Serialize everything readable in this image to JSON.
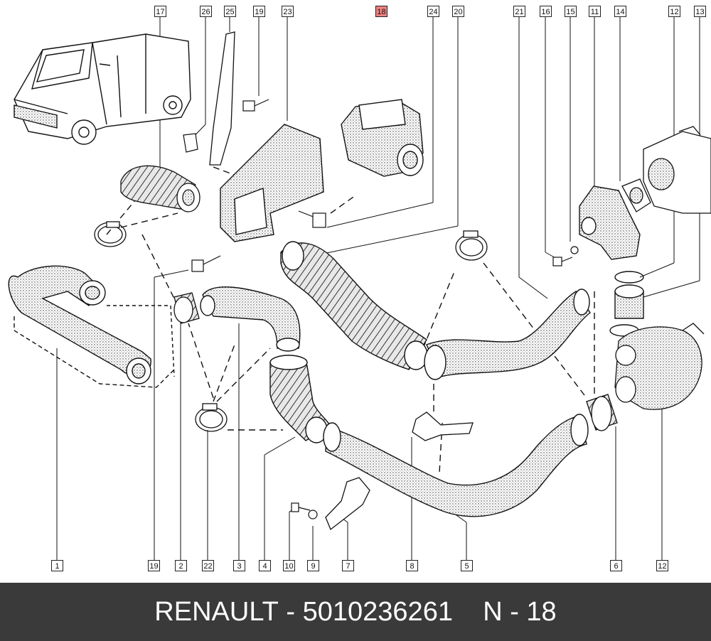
{
  "callouts_top": [
    "17",
    "26",
    "25",
    "19",
    "23",
    "18",
    "24",
    "20",
    "21",
    "16",
    "15",
    "11",
    "14",
    "12",
    "13"
  ],
  "callouts_bottom": [
    "1",
    "19",
    "2",
    "22",
    "3",
    "4",
    "10",
    "9",
    "7",
    "8",
    "5",
    "6",
    "12"
  ],
  "highlighted_callout": "18",
  "footer": {
    "brand": "RENAULT",
    "separator": " - ",
    "part_number": "5010236261",
    "ref": "N - 18"
  },
  "colors": {
    "footer_bg": "#3a3a3a",
    "highlight": "#f08080",
    "line": "#111111"
  }
}
